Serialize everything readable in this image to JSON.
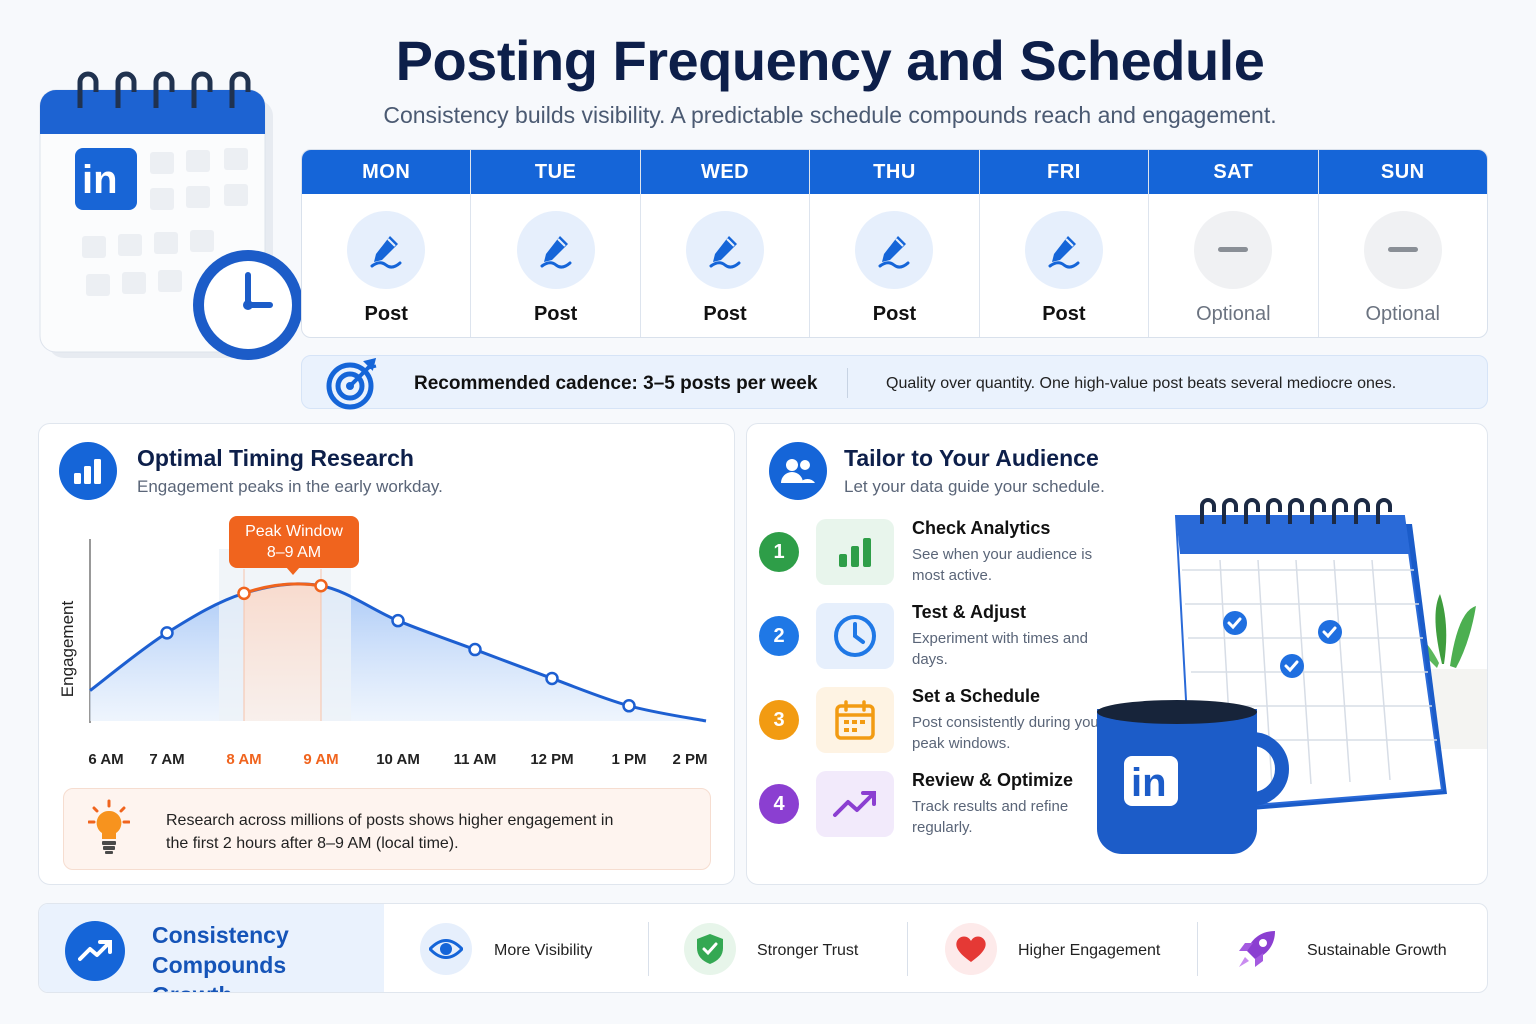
{
  "header": {
    "title": "Posting Frequency and Schedule",
    "subtitle": "Consistency builds visibility. A predictable schedule compounds reach and engagement."
  },
  "week": {
    "days": [
      {
        "name": "MON",
        "status": "Post"
      },
      {
        "name": "TUE",
        "status": "Post"
      },
      {
        "name": "WED",
        "status": "Post"
      },
      {
        "name": "THU",
        "status": "Post"
      },
      {
        "name": "FRI",
        "status": "Post"
      },
      {
        "name": "SAT",
        "status": "Optional"
      },
      {
        "name": "SUN",
        "status": "Optional"
      }
    ]
  },
  "cadence": {
    "main": "Recommended cadence: 3–5 posts per week",
    "note": "Quality over quantity.  One high-value post beats several mediocre ones."
  },
  "timing": {
    "title": "Optimal Timing Research",
    "subtitle": "Engagement peaks in the early workday.",
    "peak_label_1": "Peak Window",
    "peak_label_2": "8–9 AM",
    "tip": "Research across millions of posts shows higher engagement in the first 2 hours after 8–9 AM (local time)."
  },
  "chart_data": {
    "type": "area",
    "ylabel": "Engagement",
    "x": [
      "6 AM",
      "7 AM",
      "8 AM",
      "9 AM",
      "10 AM",
      "11 AM",
      "12 PM",
      "1 PM",
      "2 PM"
    ],
    "highlight_x": [
      "8 AM",
      "9 AM"
    ],
    "series": [
      {
        "points": [
          {
            "x": "6 AM",
            "y": 0.2
          },
          {
            "x": "7 AM",
            "y": 0.58
          },
          {
            "x": "8 AM",
            "y": 0.84
          },
          {
            "x": "9 AM",
            "y": 0.89
          },
          {
            "x": "10 AM",
            "y": 0.66
          },
          {
            "x": "11 AM",
            "y": 0.47
          },
          {
            "x": "12 PM",
            "y": 0.28
          },
          {
            "x": "1 PM",
            "y": 0.1
          },
          {
            "x": "2 PM",
            "y": 0.0
          }
        ]
      }
    ],
    "grid": false
  },
  "audience": {
    "title": "Tailor to Your Audience",
    "subtitle": "Let your data guide your schedule.",
    "steps": [
      {
        "num": "1",
        "title": "Check Analytics",
        "desc": "See when your audience is most active.",
        "color": "#2e9e48"
      },
      {
        "num": "2",
        "title": "Test & Adjust",
        "desc": "Experiment with times and days.",
        "color": "#1f78e6"
      },
      {
        "num": "3",
        "title": "Set a Schedule",
        "desc": "Post consistently during your peak windows.",
        "color": "#f29b12"
      },
      {
        "num": "4",
        "title": "Review & Optimize",
        "desc": "Track results and refine regularly.",
        "color": "#8b3fd1"
      }
    ]
  },
  "footer": {
    "title": "Consistency Compounds Growth",
    "items": [
      "More Visibility",
      "Stronger Trust",
      "Higher Engagement",
      "Sustainable Growth"
    ]
  },
  "logo_text": "in",
  "colors": {
    "brand": "#1565d8",
    "accent": "#f0641e"
  }
}
